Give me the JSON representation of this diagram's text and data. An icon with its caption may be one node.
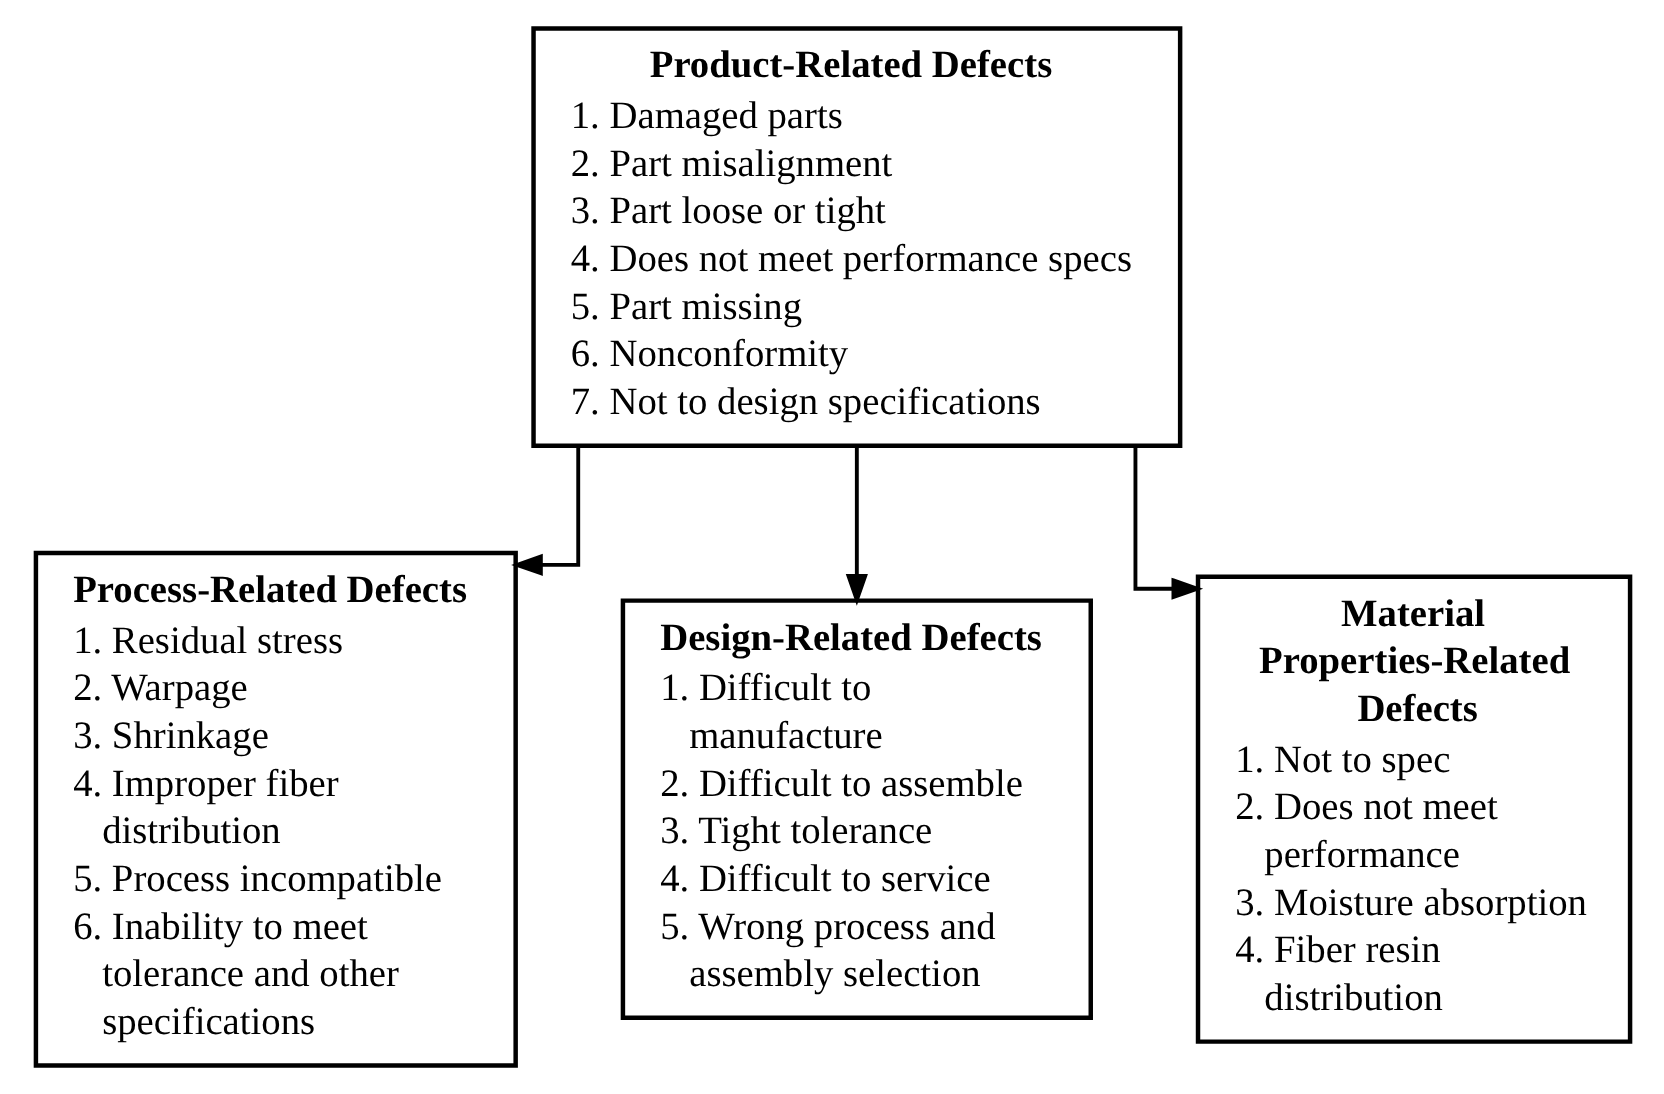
{
  "diagram": {
    "nodes": [
      {
        "text": [
          "Product-Related Defects",
          "1. Damaged parts",
          "2. Part misalignment",
          "3. Part loose or tight",
          "4. Does not meet performance specs",
          "5. Part missing",
          "6. Nonconformity",
          "7. Not to design specifications"
        ]
      },
      {
        "text": [
          "Process-Related Defects",
          "1. Residual stress",
          "2. Warpage",
          "3. Shrinkage",
          "4. Improper fiber distribution",
          "5. Process incompatible",
          "6. Inability to meet tolerance and other specifications"
        ]
      },
      {
        "text": [
          "Design-Related Defects",
          "1. Difficult to manufacture",
          "2. Difficult to assemble",
          "3. Tight tolerance",
          "4. Difficult to service",
          "5. Wrong process and assembly selection"
        ]
      },
      {
        "text": [
          "Material Properties-Related Defects",
          "1. Not to spec",
          "2. Does not meet performance",
          "3. Moisture absorption",
          "4. Fiber resin distribution"
        ]
      }
    ],
    "edges": [
      {
        "from": 0,
        "to": 1,
        "arrow": "to"
      },
      {
        "from": 0,
        "to": 2,
        "arrow": "to"
      },
      {
        "from": 0,
        "to": 3,
        "arrow": "to"
      }
    ]
  }
}
